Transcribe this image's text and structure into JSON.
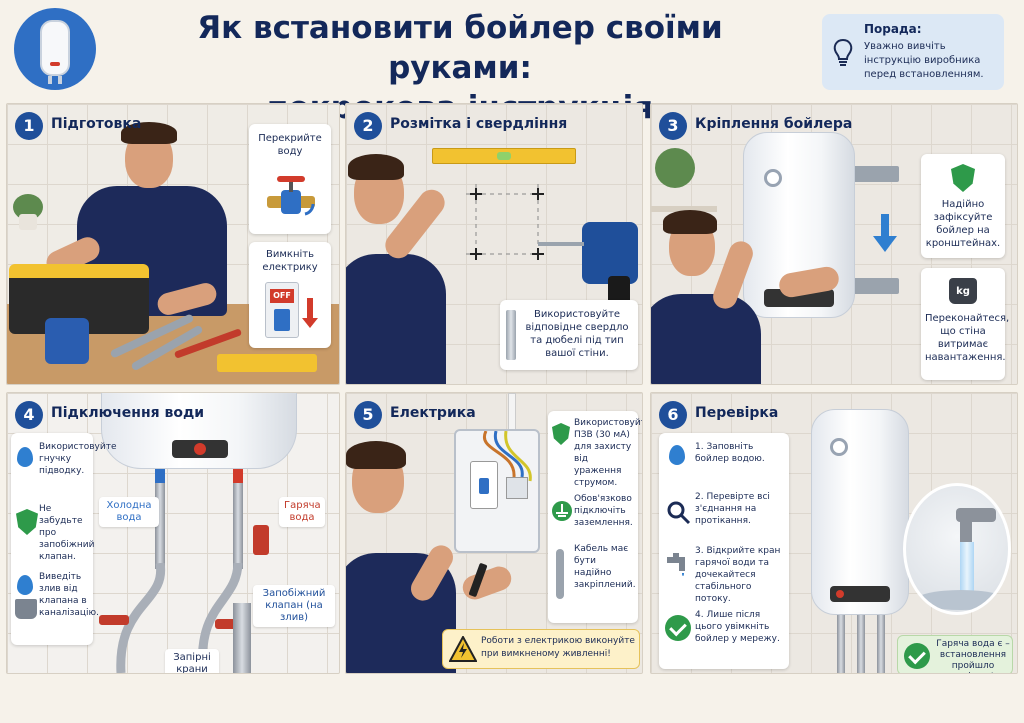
{
  "header": {
    "title_line1": "Як встановити бойлер своїми руками:",
    "title_line2": "покрокова інструкція",
    "tip_title": "Порада:",
    "tip_text": "Уважно вивчіть інструкцію виробника перед встановленням."
  },
  "steps": [
    {
      "number": "1",
      "title": "Підготовка",
      "cards": [
        "Перекрийте воду",
        "Вимкніть електрику"
      ],
      "switch_label": "OFF"
    },
    {
      "number": "2",
      "title": "Розмітка і свердління",
      "cards": [
        "Використовуйте відповідне свердло та дюбелі під тип вашої стіни."
      ]
    },
    {
      "number": "3",
      "title": "Кріплення бойлера",
      "cards": [
        "Надійно зафіксуйте бойлер на кронштейнах.",
        "Переконайтеся, що стіна витримає навантаження."
      ],
      "weight_label": "kg"
    },
    {
      "number": "4",
      "title": "Підключення води",
      "notes": [
        "Використовуйте гнучку підводку.",
        "Не забудьте про запобіжний клапан.",
        "Виведіть злив від клапана в каналізацію."
      ],
      "labels": [
        "Холодна вода",
        "Гаряча вода",
        "Запобіжний клапан (на злив)",
        "Запірні крани"
      ]
    },
    {
      "number": "5",
      "title": "Електрика",
      "notes": [
        "Використовуйте ПЗВ (30 мА) для захисту від ураження струмом.",
        "Обов'язково підключіть заземлення.",
        "Кабель має бути надійно закріплений."
      ],
      "warning": "Роботи з електрикою виконуйте при вимкненому живленні!"
    },
    {
      "number": "6",
      "title": "Перевірка",
      "list": [
        "1. Заповніть бойлер водою.",
        "2. Перевірте всі з'єднання на протікання.",
        "3. Відкрийте кран гарячої води та дочекайтеся стабільного потоку.",
        "4. Лише після цього увімкніть бойлер у мережу."
      ],
      "success": "Гаряча вода є – встановлення пройшло успішно!"
    }
  ],
  "colors": {
    "accent": "#1f4f9a",
    "success": "#2e9a4a",
    "warning": "#f2c230",
    "danger": "#d23b2b"
  }
}
